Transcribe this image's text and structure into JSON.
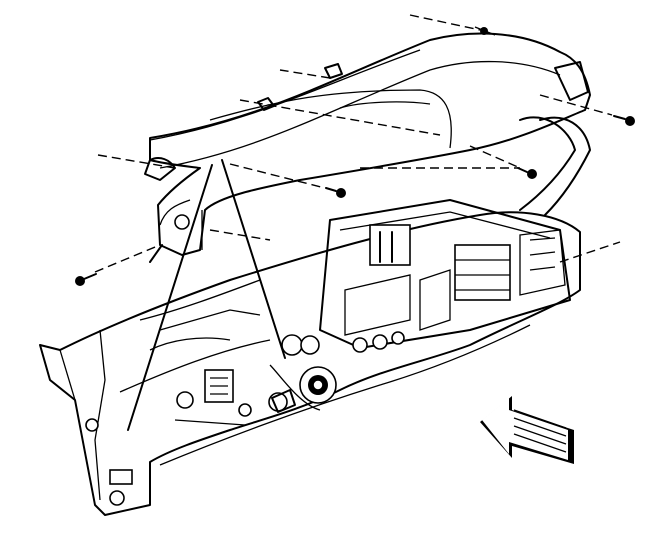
{
  "figure": {
    "callouts": [],
    "parts": [
      "instrument-panel-upper-trim",
      "instrument-panel-carrier",
      "fastener-screws",
      "hvac-module",
      "blower-motor",
      "direction-arrow"
    ],
    "fastener_count": 5,
    "colors": {
      "ink": "#000000",
      "paper": "#ffffff"
    }
  }
}
